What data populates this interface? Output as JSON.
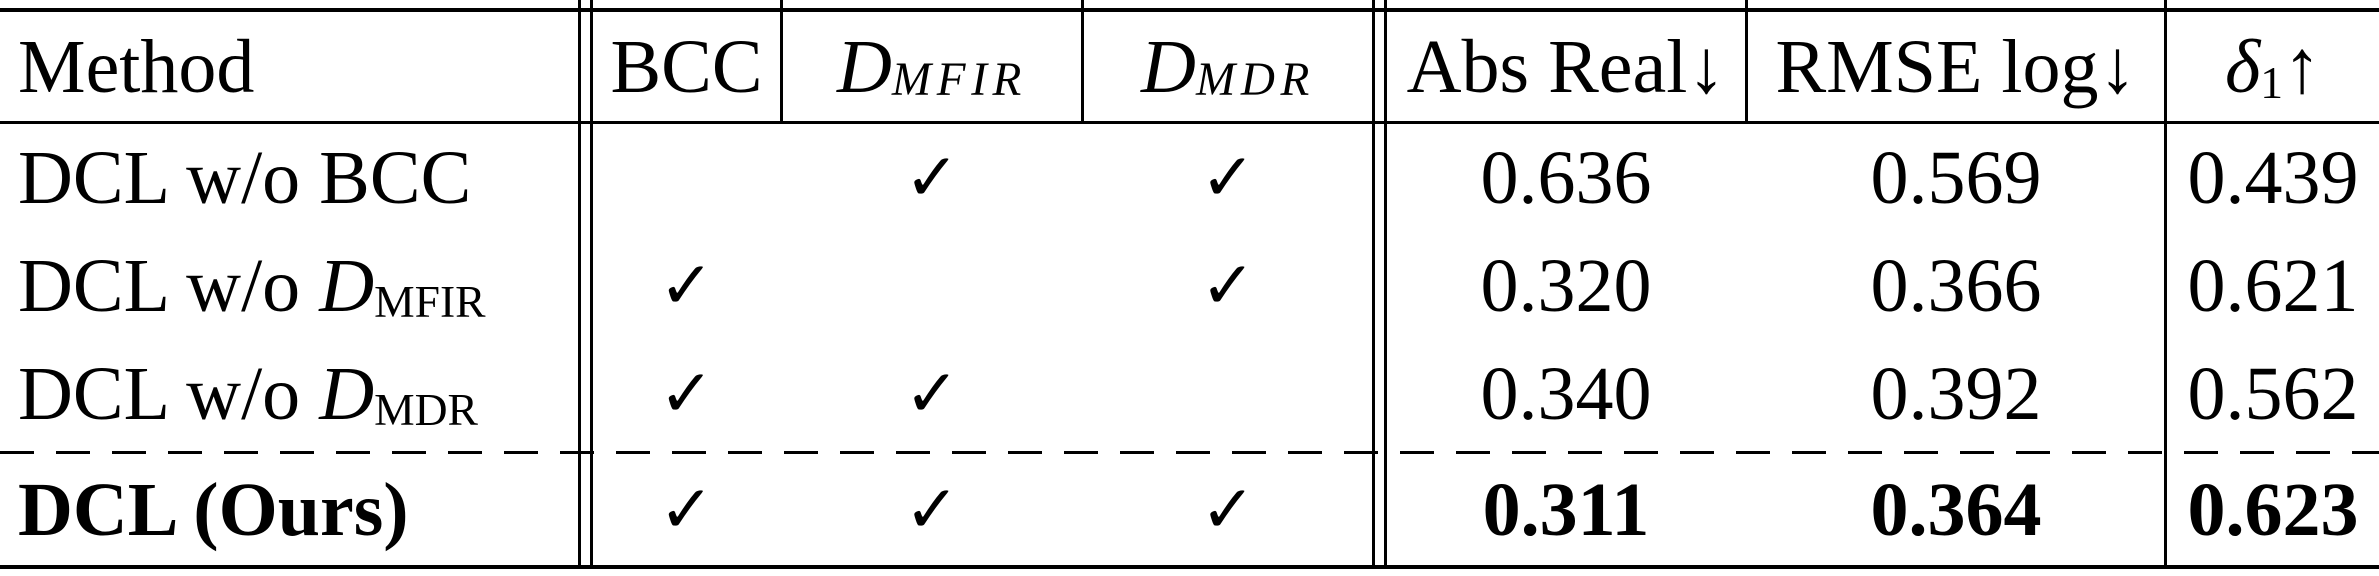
{
  "table": {
    "headers": {
      "method": "Method",
      "bcc": "BCC",
      "d_mfir": {
        "base": "D",
        "sub": "MFIR"
      },
      "d_mdr": {
        "base": "D",
        "sub": "MDR"
      },
      "abs_real": "Abs Real↓",
      "rmse_log": "RMSE log↓",
      "delta1": {
        "base": "δ",
        "sub": "1",
        "arrow": "↑"
      }
    },
    "check_mark": "✓",
    "rows": [
      {
        "method": {
          "prefix": "DCL w/o BCC"
        },
        "bcc": "",
        "d_mfir": "✓",
        "d_mdr": "✓",
        "abs_real": "0.636",
        "rmse_log": "0.569",
        "delta1": "0.439"
      },
      {
        "method": {
          "prefix": "DCL w/o ",
          "d": "D",
          "sub": "MFIR"
        },
        "bcc": "✓",
        "d_mfir": "",
        "d_mdr": "✓",
        "abs_real": "0.320",
        "rmse_log": "0.366",
        "delta1": "0.621"
      },
      {
        "method": {
          "prefix": "DCL w/o ",
          "d": "D",
          "sub": "MDR"
        },
        "bcc": "✓",
        "d_mfir": "✓",
        "d_mdr": "",
        "abs_real": "0.340",
        "rmse_log": "0.392",
        "delta1": "0.562"
      },
      {
        "method": {
          "prefix": "DCL (Ours)"
        },
        "bcc": "✓",
        "d_mfir": "✓",
        "d_mdr": "✓",
        "abs_real": "0.311",
        "rmse_log": "0.364",
        "delta1": "0.623"
      }
    ]
  }
}
